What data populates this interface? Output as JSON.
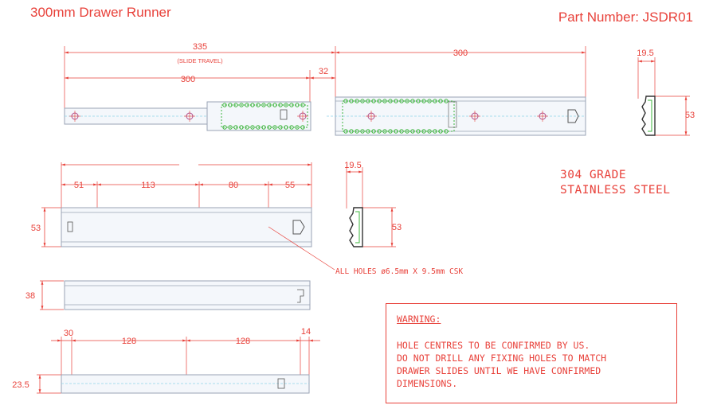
{
  "header": {
    "title": "300mm Drawer Runner",
    "part_number": "Part Number: JSDR01"
  },
  "dimensions": {
    "top_overall": "335",
    "top_overall_note": "(SLIDE TRAVEL)",
    "top_left": "300",
    "top_gap": "32",
    "top_right": "300",
    "side_width_top": "19.5",
    "side_height_top": "53",
    "mid_seg1": "51",
    "mid_seg2": "113",
    "mid_seg3": "80",
    "mid_seg4": "55",
    "mid_height": "53",
    "side_width_mid": "19.5",
    "side_height_mid": "53",
    "third_height": "38",
    "bot_seg1": "30",
    "bot_seg2": "128",
    "bot_seg3": "128",
    "bot_seg4": "14",
    "bot_height": "23.5"
  },
  "notes": {
    "holes": "ALL HOLES ø6.5mm X 9.5mm CSK",
    "grade_line1": "304 GRADE",
    "grade_line2": "STAINLESS STEEL"
  },
  "warning": {
    "title": "WARNING:",
    "lines": [
      "HOLE CENTRES TO BE CONFIRMED BY US.",
      "DO NOT DRILL ANY FIXING HOLES TO MATCH",
      "DRAWER SLIDES UNTIL WE HAVE CONFIRMED",
      "DIMENSIONS."
    ]
  },
  "colors": {
    "dimension": "#e8413a",
    "outline": "#9aa3b5",
    "balls": "#3cb43c",
    "hole": "#b04a8a"
  }
}
